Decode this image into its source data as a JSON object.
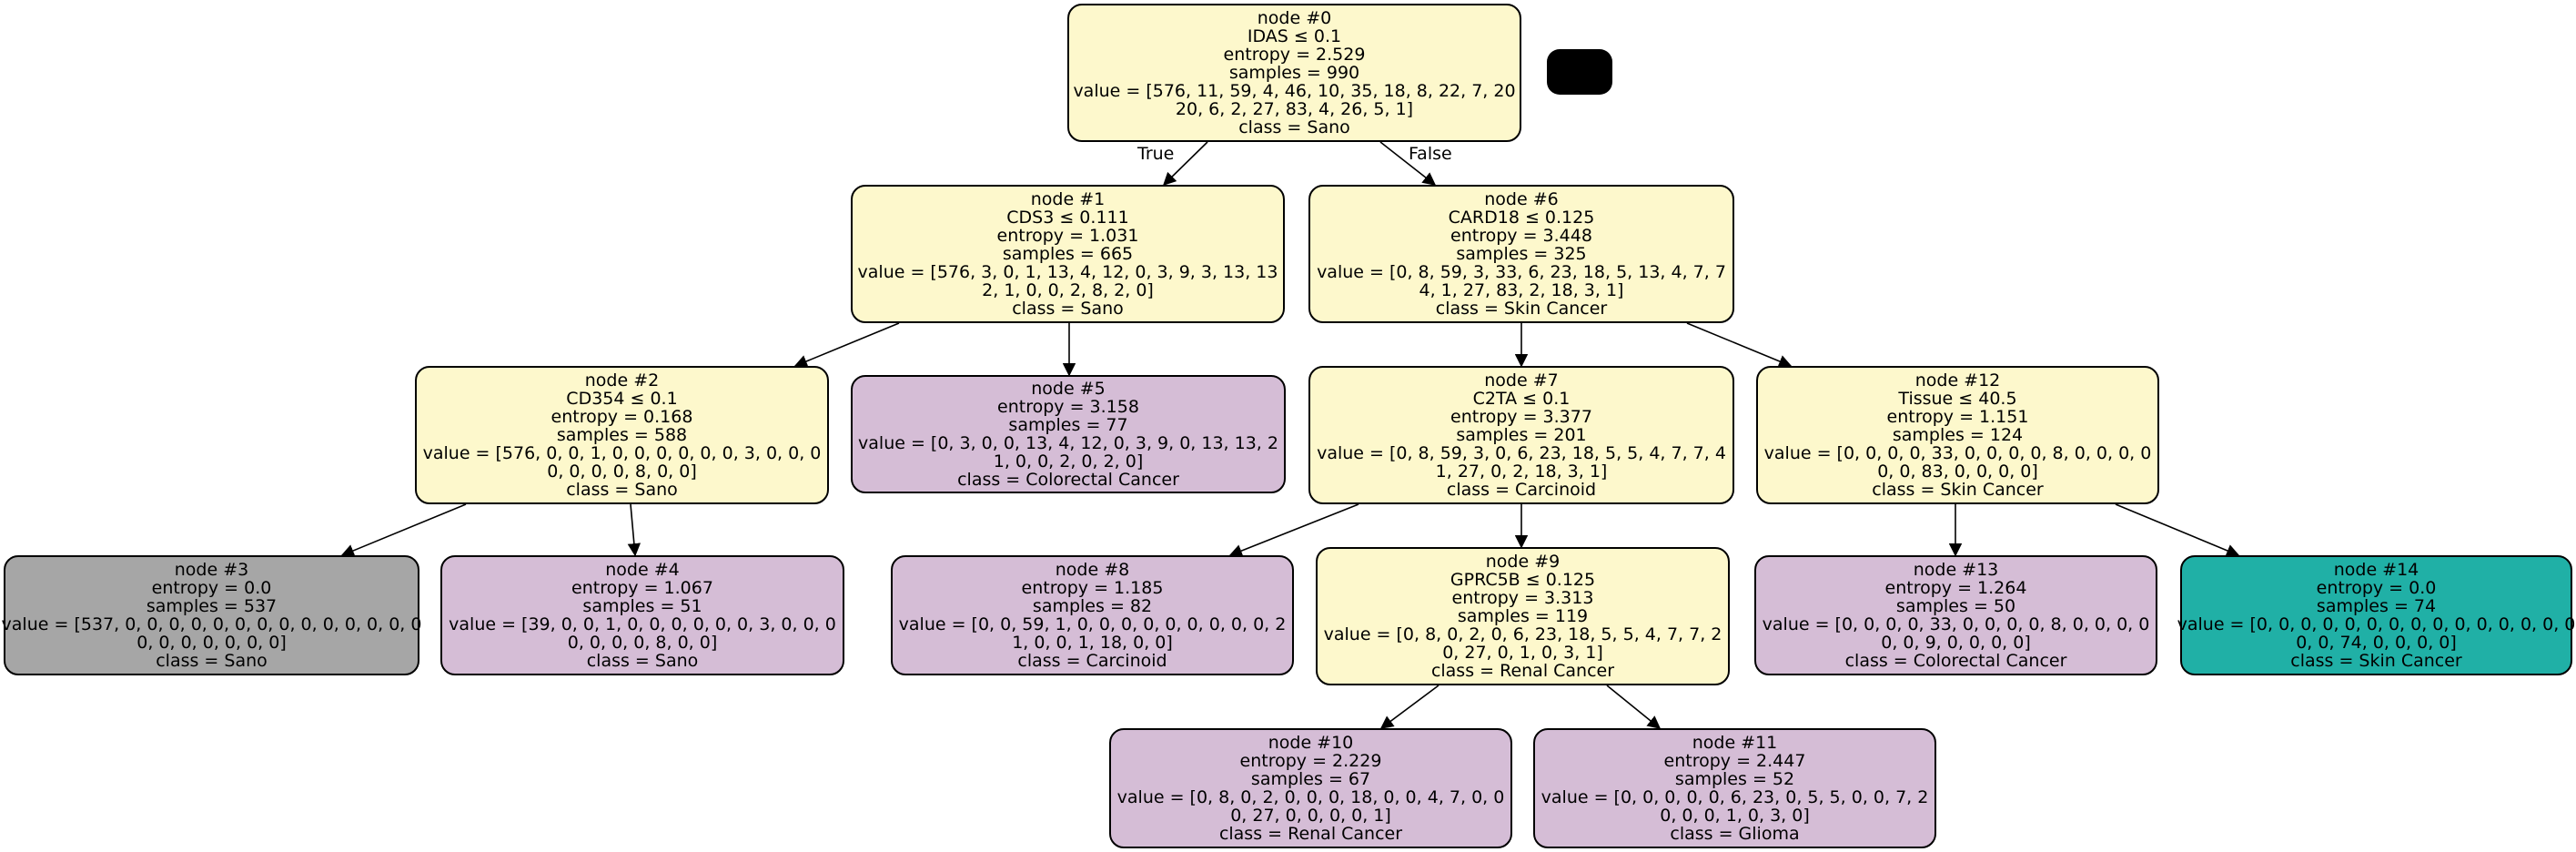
{
  "tree": {
    "nodes": [
      {
        "id": "node0",
        "color": "#fdf8cc",
        "lines": [
          "node #0",
          "IDAS ≤ 0.1",
          "entropy = 2.529",
          "samples = 990",
          "value = [576, 11, 59, 4, 46, 10, 35, 18, 8, 22, 7, 20",
          "20, 6, 2, 27, 83, 4, 26, 5, 1]",
          "class = Sano"
        ]
      },
      {
        "id": "node1",
        "color": "#fdf8cc",
        "lines": [
          "node #1",
          "CDS3 ≤ 0.111",
          "entropy = 1.031",
          "samples = 665",
          "value = [576, 3, 0, 1, 13, 4, 12, 0, 3, 9, 3, 13, 13",
          "2, 1, 0, 0, 2, 8, 2, 0]",
          "class = Sano"
        ]
      },
      {
        "id": "node6",
        "color": "#fdf8cc",
        "lines": [
          "node #6",
          "CARD18 ≤ 0.125",
          "entropy = 3.448",
          "samples = 325",
          "value = [0, 8, 59, 3, 33, 6, 23, 18, 5, 13, 4, 7, 7",
          "4, 1, 27, 83, 2, 18, 3, 1]",
          "class = Skin Cancer"
        ]
      },
      {
        "id": "node2",
        "color": "#fdf8cc",
        "lines": [
          "node #2",
          "CD354 ≤ 0.1",
          "entropy = 0.168",
          "samples = 588",
          "value = [576, 0, 0, 1, 0, 0, 0, 0, 0, 0, 3, 0, 0, 0",
          "0, 0, 0, 0, 8, 0, 0]",
          "class = Sano"
        ]
      },
      {
        "id": "node5",
        "color": "#d5bdd6",
        "lines": [
          "node #5",
          "entropy = 3.158",
          "samples = 77",
          "value = [0, 3, 0, 0, 13, 4, 12, 0, 3, 9, 0, 13, 13, 2",
          "1, 0, 0, 2, 0, 2, 0]",
          "class = Colorectal Cancer"
        ]
      },
      {
        "id": "node7",
        "color": "#fdf8cc",
        "lines": [
          "node #7",
          "C2TA ≤ 0.1",
          "entropy = 3.377",
          "samples = 201",
          "value = [0, 8, 59, 3, 0, 6, 23, 18, 5, 5, 4, 7, 7, 4",
          "1, 27, 0, 2, 18, 3, 1]",
          "class = Carcinoid"
        ]
      },
      {
        "id": "node12",
        "color": "#fdf8cc",
        "lines": [
          "node #12",
          "Tissue ≤ 40.5",
          "entropy = 1.151",
          "samples = 124",
          "value = [0, 0, 0, 0, 33, 0, 0, 0, 0, 8, 0, 0, 0, 0",
          "0, 0, 83, 0, 0, 0, 0]",
          "class = Skin Cancer"
        ]
      },
      {
        "id": "node3",
        "color": "#a6a6a6",
        "lines": [
          "node #3",
          "entropy = 0.0",
          "samples = 537",
          "value = [537, 0, 0, 0, 0, 0, 0, 0, 0, 0, 0, 0, 0, 0, 0",
          "0, 0, 0, 0, 0, 0, 0]",
          "class = Sano"
        ]
      },
      {
        "id": "node4",
        "color": "#d5bdd6",
        "lines": [
          "node #4",
          "entropy = 1.067",
          "samples = 51",
          "value = [39, 0, 0, 1, 0, 0, 0, 0, 0, 0, 3, 0, 0, 0",
          "0, 0, 0, 0, 8, 0, 0]",
          "class = Sano"
        ]
      },
      {
        "id": "node8",
        "color": "#d5bdd6",
        "lines": [
          "node #8",
          "entropy = 1.185",
          "samples = 82",
          "value = [0, 0, 59, 1, 0, 0, 0, 0, 0, 0, 0, 0, 0, 2",
          "1, 0, 0, 1, 18, 0, 0]",
          "class = Carcinoid"
        ]
      },
      {
        "id": "node9",
        "color": "#fdf8cc",
        "lines": [
          "node #9",
          "GPRC5B ≤ 0.125",
          "entropy = 3.313",
          "samples = 119",
          "value = [0, 8, 0, 2, 0, 6, 23, 18, 5, 5, 4, 7, 7, 2",
          "0, 27, 0, 1, 0, 3, 1]",
          "class = Renal Cancer"
        ]
      },
      {
        "id": "node13",
        "color": "#d5bdd6",
        "lines": [
          "node #13",
          "entropy = 1.264",
          "samples = 50",
          "value = [0, 0, 0, 0, 33, 0, 0, 0, 0, 8, 0, 0, 0, 0",
          "0, 0, 9, 0, 0, 0, 0]",
          "class = Colorectal Cancer"
        ]
      },
      {
        "id": "node14",
        "color": "#20b0a6",
        "lines": [
          "node #14",
          "entropy = 0.0",
          "samples = 74",
          "value = [0, 0, 0, 0, 0, 0, 0, 0, 0, 0, 0, 0, 0, 0, 0",
          "0, 0, 74, 0, 0, 0, 0]",
          "class = Skin Cancer"
        ]
      },
      {
        "id": "node10",
        "color": "#d5bdd6",
        "lines": [
          "node #10",
          "entropy = 2.229",
          "samples = 67",
          "value = [0, 8, 0, 2, 0, 0, 0, 18, 0, 0, 4, 7, 0, 0",
          "0, 27, 0, 0, 0, 0, 1]",
          "class = Renal Cancer"
        ]
      },
      {
        "id": "node11",
        "color": "#d5bdd6",
        "lines": [
          "node #11",
          "entropy = 2.447",
          "samples = 52",
          "value = [0, 0, 0, 0, 0, 6, 23, 0, 5, 5, 0, 0, 7, 2",
          "0, 0, 0, 1, 0, 3, 0]",
          "class = Glioma"
        ]
      }
    ],
    "edges": [
      {
        "from": "node0",
        "to": "node1",
        "label": "True"
      },
      {
        "from": "node0",
        "to": "node6",
        "label": "False"
      },
      {
        "from": "node1",
        "to": "node2",
        "label": ""
      },
      {
        "from": "node1",
        "to": "node5",
        "label": ""
      },
      {
        "from": "node6",
        "to": "node7",
        "label": ""
      },
      {
        "from": "node6",
        "to": "node12",
        "label": ""
      },
      {
        "from": "node2",
        "to": "node3",
        "label": ""
      },
      {
        "from": "node2",
        "to": "node4",
        "label": ""
      },
      {
        "from": "node7",
        "to": "node8",
        "label": ""
      },
      {
        "from": "node7",
        "to": "node9",
        "label": ""
      },
      {
        "from": "node12",
        "to": "node13",
        "label": ""
      },
      {
        "from": "node12",
        "to": "node14",
        "label": ""
      },
      {
        "from": "node9",
        "to": "node10",
        "label": ""
      },
      {
        "from": "node9",
        "to": "node11",
        "label": ""
      }
    ]
  }
}
